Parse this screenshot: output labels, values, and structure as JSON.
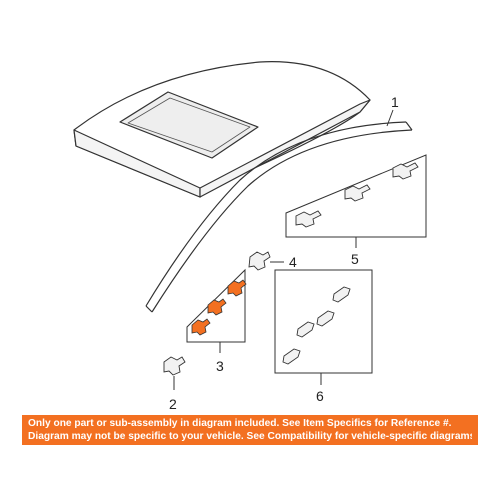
{
  "callouts": {
    "c1": "1",
    "c2": "2",
    "c3": "3",
    "c4": "4",
    "c5": "5",
    "c6": "6"
  },
  "highlight_color": "#f37021",
  "footer": {
    "line1": "Only one part or sub-assembly in diagram included. See Item Specifics for Reference #.",
    "line2": "Diagram may not be specific to your vehicle. See Compatibility for vehicle-specific diagrams."
  }
}
